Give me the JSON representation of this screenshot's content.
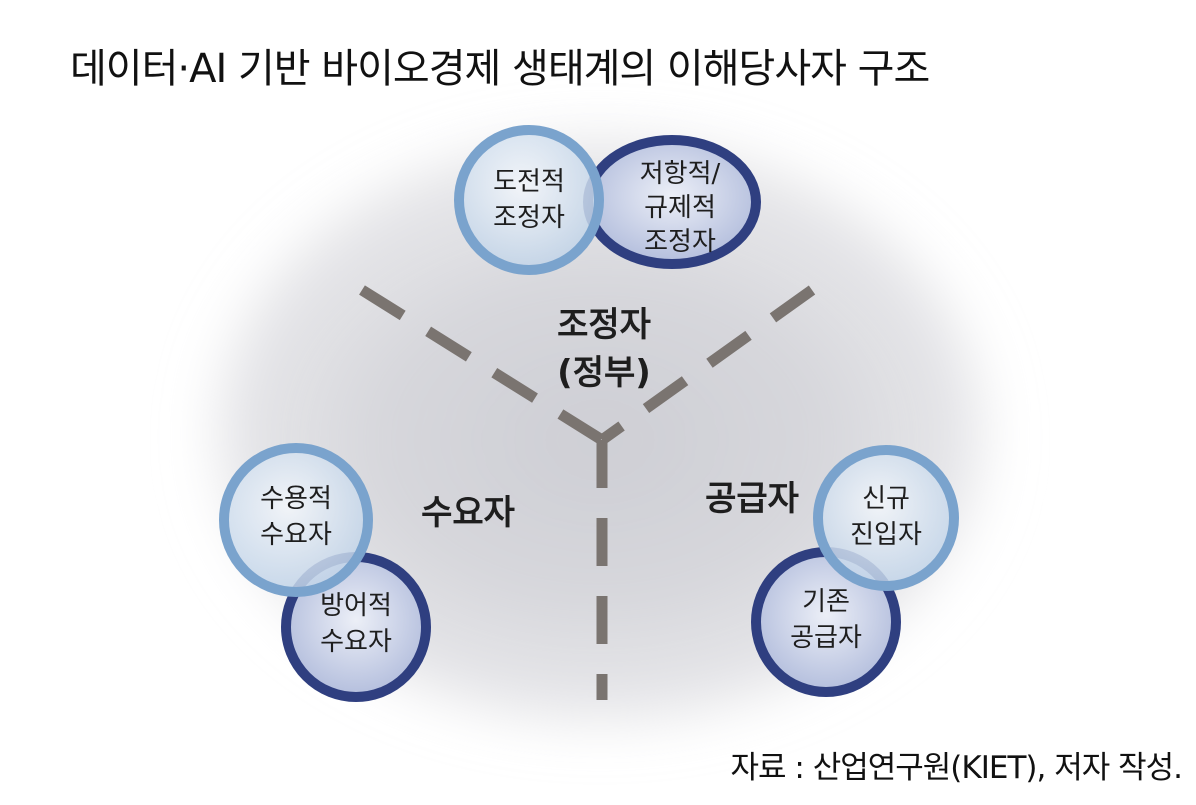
{
  "title": "데이터·AI 기반 바이오경제 생태계의 이해당사자 구조",
  "source": "자료 : 산업연구원(KIET), 저자 작성.",
  "groups": {
    "regulator": {
      "label": [
        "조정자",
        "(정부)"
      ]
    },
    "demand": {
      "label": [
        "수요자"
      ]
    },
    "supply": {
      "label": [
        "공급자"
      ]
    }
  },
  "circles": {
    "challenging_regulator": [
      "도전적",
      "조정자"
    ],
    "resistant_regulator": [
      "저항적/",
      "규제적",
      "조정자"
    ],
    "accepting_consumer": [
      "수용적",
      "수요자"
    ],
    "defensive_consumer": [
      "방어적",
      "수요자"
    ],
    "new_entrant": [
      "신규",
      "진입자"
    ],
    "incumbent_supplier": [
      "기존",
      "공급자"
    ]
  },
  "colors": {
    "light_ring": "#7aa3cd",
    "dark_ring": "#2f3f80",
    "divider": "#7a7470",
    "haze": "#c9cad0"
  }
}
